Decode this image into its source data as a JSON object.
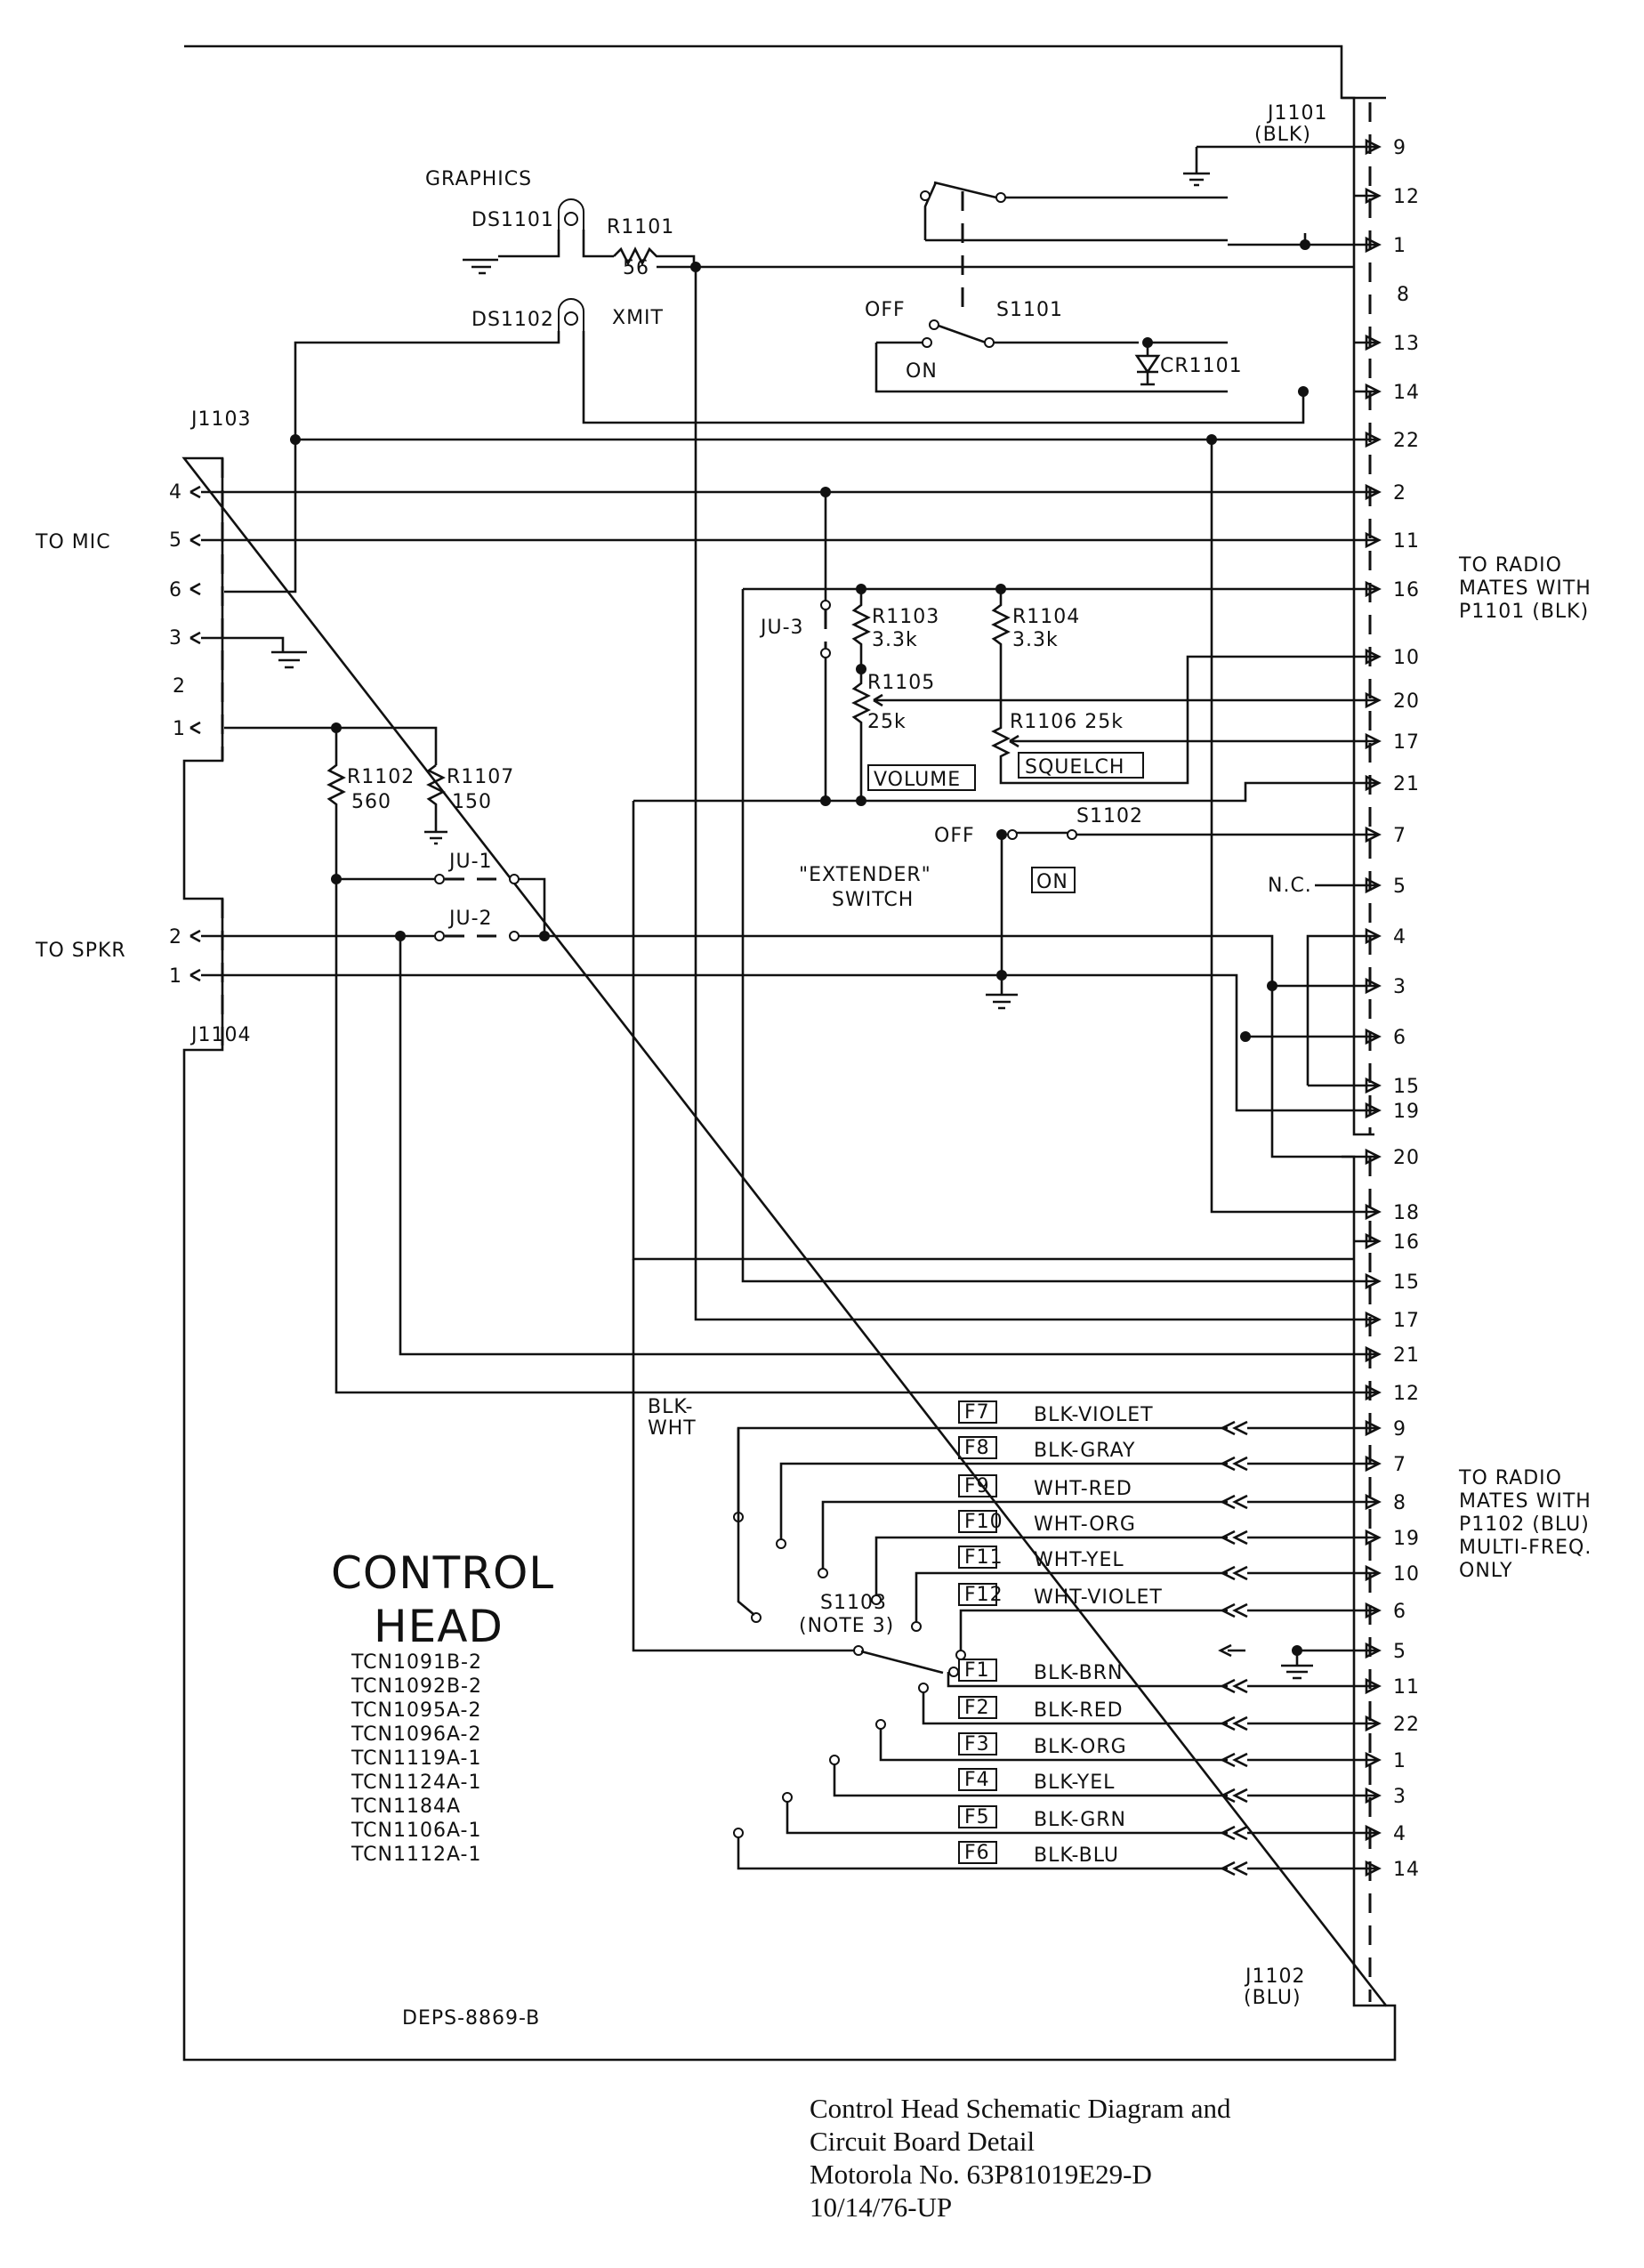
{
  "diagram": {
    "connectors": {
      "j1101": "J1101",
      "j1101_color": "(BLK)",
      "j1102": "J1102",
      "j1102_color": "(BLU)",
      "j1103": "J1103",
      "j1104": "J1104"
    },
    "left_labels": {
      "to_mic": "TO MIC",
      "to_spkr": "TO SPKR",
      "j1103_pins": [
        "4",
        "5",
        "6",
        "3",
        "2",
        "1"
      ],
      "j1104_pins": [
        "2",
        "1"
      ]
    },
    "right_labels": {
      "to_radio_blk": [
        "TO RADIO",
        "MATES WITH",
        "P1101 (BLK)"
      ],
      "to_radio_blu": [
        "TO RADIO",
        "MATES WITH",
        "P1102 (BLU)",
        "MULTI-FREQ.",
        "ONLY"
      ],
      "j1101_pins": [
        "9",
        "12",
        "1",
        "8",
        "13",
        "14",
        "22",
        "2",
        "11",
        "16",
        "10",
        "20",
        "17",
        "21",
        "7",
        "5",
        "4",
        "3",
        "6",
        "15",
        "19",
        "20",
        "18",
        "16",
        "15",
        "17",
        "21"
      ],
      "j1102_pins": [
        "12",
        "9",
        "7",
        "8",
        "19",
        "10",
        "6",
        "5",
        "11",
        "22",
        "1",
        "3",
        "4",
        "14"
      ],
      "nc": "N.C."
    },
    "components": {
      "graphics": "GRAPHICS",
      "ds1101": "DS1101",
      "ds1102": "DS1102",
      "xmit": "XMIT",
      "r1101": "R1101",
      "r1101_value": "56",
      "s1101": "S1101",
      "s1101_off": "OFF",
      "s1101_on": "ON",
      "cr1101": "CR1101",
      "ju3": "JU-3",
      "r1103": "R1103",
      "r1103_value": "3.3k",
      "r1104": "R1104",
      "r1104_value": "3.3k",
      "r1105": "R1105",
      "r1105_value": "25k",
      "r1106": "R1106 25k",
      "volume": "VOLUME",
      "squelch": "SQUELCH",
      "r1102": "R1102",
      "r1102_value": "560",
      "r1107": "R1107",
      "r1107_value": "150",
      "ju1": "JU-1",
      "ju2": "JU-2",
      "s1102": "S1102",
      "s1102_off": "OFF",
      "s1102_on": "ON",
      "extender": [
        "\"EXTENDER\"",
        "SWITCH"
      ],
      "blk_wht": [
        "BLK-",
        "WHT"
      ],
      "s1103": "S1103",
      "note3": "(NOTE 3)"
    },
    "freq_wires": [
      {
        "tag": "F7",
        "color": "BLK-VIOLET"
      },
      {
        "tag": "F8",
        "color": "BLK-GRAY"
      },
      {
        "tag": "F9",
        "color": "WHT-RED"
      },
      {
        "tag": "F10",
        "color": "WHT-ORG"
      },
      {
        "tag": "F11",
        "color": "WHT-YEL"
      },
      {
        "tag": "F12",
        "color": "WHT-VIOLET"
      },
      {
        "tag": "F1",
        "color": "BLK-BRN"
      },
      {
        "tag": "F2",
        "color": "BLK-RED"
      },
      {
        "tag": "F3",
        "color": "BLK-ORG"
      },
      {
        "tag": "F4",
        "color": "BLK-YEL"
      },
      {
        "tag": "F5",
        "color": "BLK-GRN"
      },
      {
        "tag": "F6",
        "color": "BLK-BLU"
      }
    ],
    "title_block": {
      "line1": "CONTROL",
      "line2": "HEAD",
      "models": [
        "TCN1091B-2",
        "TCN1092B-2",
        "TCN1095A-2",
        "TCN1096A-2",
        "TCN1119A-1",
        "TCN1124A-1",
        "TCN1184A",
        "TCN1106A-1",
        "TCN1112A-1"
      ],
      "deps": "DEPS-8869-B"
    }
  },
  "caption": {
    "lines": [
      "Control Head Schematic Diagram and",
      "Circuit Board Detail",
      "Motorola No. 63P81019E29-D",
      "10/14/76-UP"
    ]
  }
}
